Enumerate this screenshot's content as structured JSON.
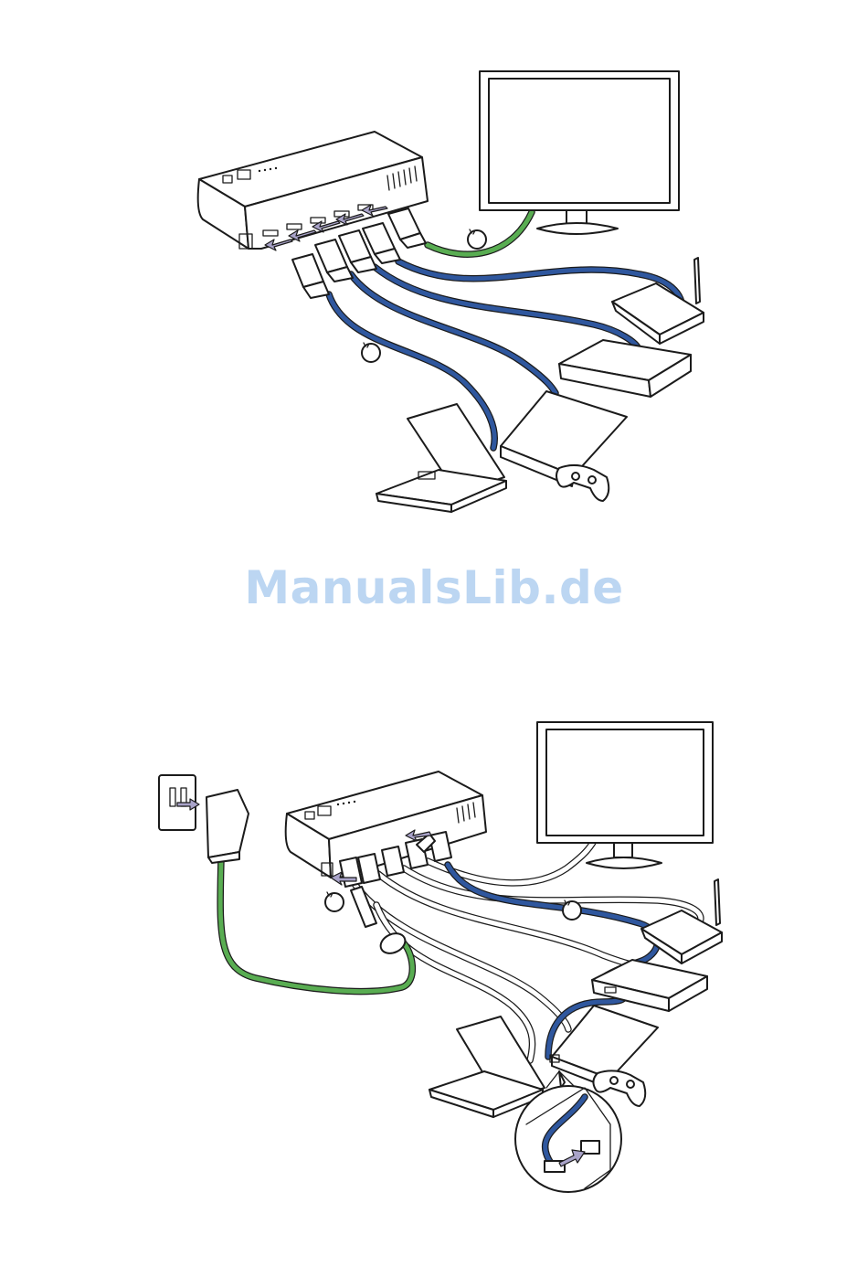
{
  "watermark": {
    "text": "ManualsLib.de",
    "color": "#bcd6f2"
  },
  "colors": {
    "hdmi_cable": "#2f579e",
    "power_and_output_cable": "#59ad52",
    "arrow_fill": "#a9a3c9",
    "outline": "#1b1b1b",
    "ps3_zoom_cable": "#2f579e"
  },
  "figures": [
    {
      "id": "hdmi-connections",
      "devices": [
        "hdmi-switch",
        "monitor",
        "wireless-router",
        "set-top-box",
        "game-console",
        "game-controller",
        "laptop"
      ],
      "cables": [
        "hdmi-out-cable",
        "hdmi-in-cable-1",
        "hdmi-in-cable-2",
        "hdmi-in-cable-3",
        "hdmi-in-cable-4"
      ],
      "callouts": 2
    },
    {
      "id": "power-and-ir-connections",
      "devices": [
        "wall-outlet",
        "power-adapter",
        "hdmi-switch",
        "monitor",
        "wireless-router",
        "set-top-box",
        "game-console",
        "game-controller",
        "laptop",
        "zoom-inset"
      ],
      "cables": [
        "power-cable",
        "ir-extender-cable"
      ],
      "callouts": 2
    }
  ]
}
